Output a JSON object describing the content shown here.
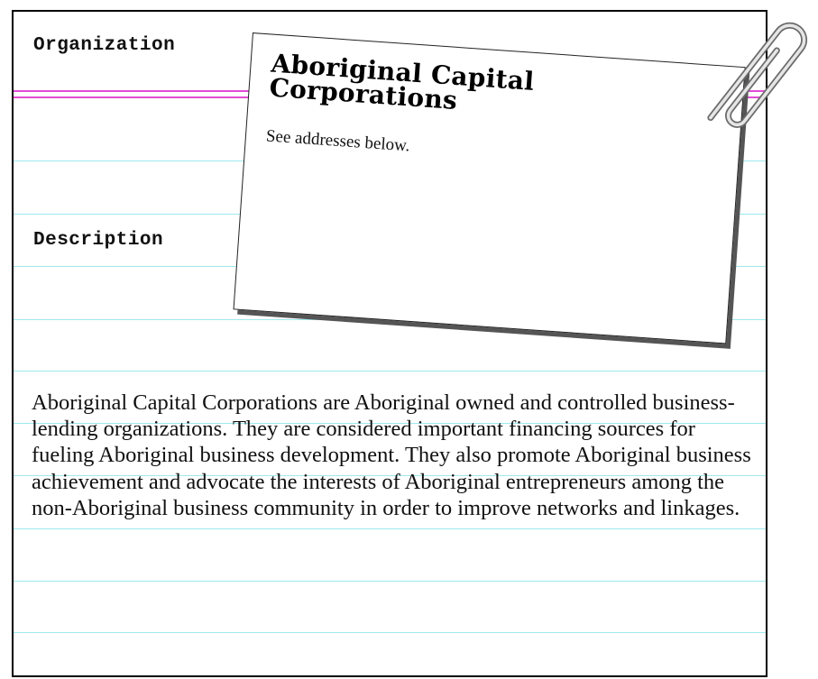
{
  "labels": {
    "organization": "Organization",
    "description": "Description"
  },
  "card": {
    "title": "Aboriginal Capital Corporations",
    "note": "See addresses below."
  },
  "description_text": "Aboriginal Capital Corporations are Aboriginal owned and controlled business-lending organizations. They are considered important financing sources for fueling Aboriginal business development. They also promote Aboriginal business achievement and advocate the interests of Aboriginal entrepreneurs among the non-Aboriginal business community in order to improve networks and linkages.",
  "colors": {
    "rule_line": "#9ee9ef",
    "margin_line": "#e24bd4",
    "frame": "#000000"
  },
  "icons": {
    "paperclip": "paperclip-icon"
  }
}
